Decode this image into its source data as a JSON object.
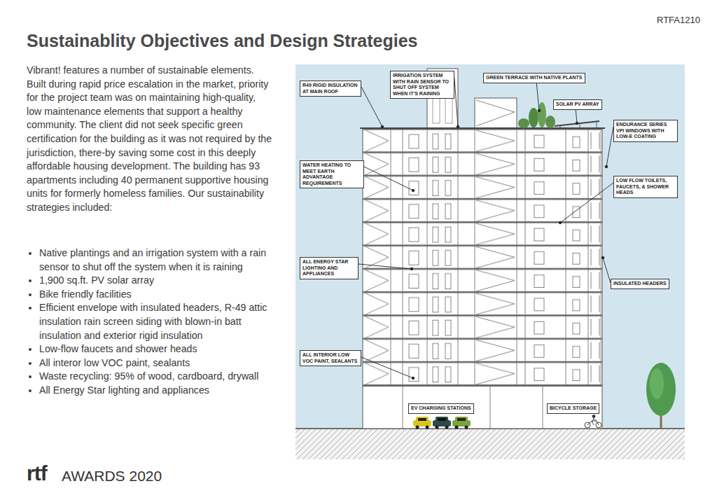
{
  "diagram": {
    "title": "Sustainablity Objectives and Design Strategies",
    "nodes": [
      {
        "text": [
          "R49 RIGID INSULATION AT MAIN ROOF"
        ]
      },
      {
        "text": [
          "IRRIGATION SYSTEM WITH RAIN SENSOR TO SHUT OFF SYSTEM WHEN IT'S RAINING"
        ]
      },
      {
        "text": [
          "GREEN TERRACE WITH NATIVE PLANTS"
        ]
      },
      {
        "text": [
          "SOLAR PV ARRAY"
        ]
      },
      {
        "text": [
          "ENDURANCE SERIES VPI WINDOWS WITH LOW-E COATING"
        ]
      },
      {
        "text": [
          "WATER HEATING TO MEET EARTH ADVANTAGE REQUIREMENTS"
        ]
      },
      {
        "text": [
          "LOW FLOW TOILETS, FAUCETS, & SHOWER HEADS"
        ]
      },
      {
        "text": [
          "ALL ENERGY STAR LIGHTING AND APPLIANCES"
        ]
      },
      {
        "text": [
          "INSULATED HEADERS"
        ]
      },
      {
        "text": [
          "ALL INTERIOR LOW VOC PAINT, SEALANTS"
        ]
      },
      {
        "text": [
          "EV CHARGING STATIONS"
        ]
      },
      {
        "text": [
          "BICYCLE STORAGE"
        ]
      }
    ],
    "labels": [
      "RTFA1210",
      "Vibrant! features a number of sustainable elements. Built during rapid price escalation in the market, priority for the project team was on maintaining high-quality, low maintenance elements that support a healthy community. The client did not seek specific green certification for the building as it was not required by the jurisdiction, there-by saving some cost in this deeply affordable housing development. The building has 93 apartments including 40 permanent supportive housing units for formerly homeless families. Our sustainability strategies included:",
      "Native plantings and an irrigation system with a rain sensor to shut off the system when it is raining",
      "1,900 sq.ft. PV solar array",
      "Bike friendly facilities",
      "Efficient envelope with insulated headers, R-49 attic insulation rain screen siding with blown-in batt insulation and exterior rigid insulation",
      "Low-flow faucets and shower heads",
      "All interor low VOC paint, sealants",
      "Waste recycling: 95% of wood, cardboard, drywall",
      "All Energy Star lighting and appliances",
      "rtf",
      "AWARDS 2020"
    ]
  }
}
